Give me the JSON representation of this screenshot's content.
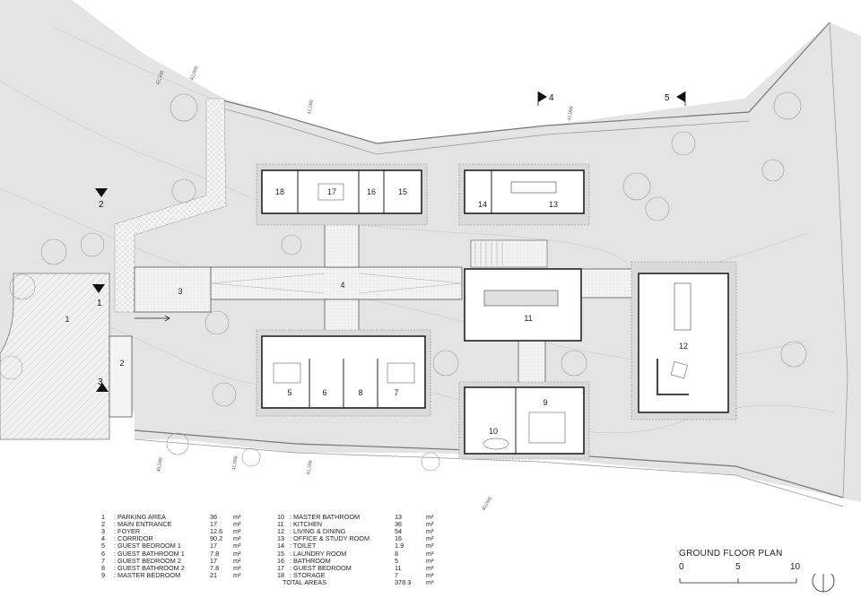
{
  "drawing_title": "GROUND FLOOR PLAN",
  "scale_bar": {
    "ticks": [
      "0",
      "5",
      "10"
    ]
  },
  "section_markers": [
    {
      "label": "1"
    },
    {
      "label": "2"
    },
    {
      "label": "3"
    },
    {
      "label": "4"
    },
    {
      "label": "5"
    }
  ],
  "contour_levels": [
    "42,500",
    "42,000",
    "41,500",
    "41,000",
    "40,500",
    "40,000",
    "41,500",
    "41,000"
  ],
  "room_labels": [
    "1",
    "2",
    "3",
    "4",
    "5",
    "6",
    "7",
    "8",
    "9",
    "10",
    "11",
    "12",
    "13",
    "14",
    "15",
    "16",
    "17",
    "18"
  ],
  "legend": {
    "left": [
      {
        "num": "1",
        "name": ": PARKING AREA",
        "area": "36",
        "unit": "m²"
      },
      {
        "num": "2",
        "name": ": MAIN ENTRANCE",
        "area": "17",
        "unit": "m²"
      },
      {
        "num": "3",
        "name": ": FOYER",
        "area": "12.6",
        "unit": "m²"
      },
      {
        "num": "4",
        "name": ": CORRIDOR",
        "area": "90.2",
        "unit": "m²"
      },
      {
        "num": "5",
        "name": ": GUEST BEDROOM 1",
        "area": "17",
        "unit": "m²"
      },
      {
        "num": "6",
        "name": ": GUEST BATHROOM 1",
        "area": "7.8",
        "unit": "m²"
      },
      {
        "num": "7",
        "name": ": GUEST BEDROOM 2",
        "area": "17",
        "unit": "m²"
      },
      {
        "num": "8",
        "name": ": GUEST BATHROOM 2",
        "area": "7.8",
        "unit": "m²"
      },
      {
        "num": "9",
        "name": ": MASTER BEDROOM",
        "area": "21",
        "unit": "m²"
      }
    ],
    "right": [
      {
        "num": "10",
        "name": ": MASTER BATHROOM",
        "area": "13",
        "unit": "m²"
      },
      {
        "num": "11",
        "name": ": KITCHEN",
        "area": "36",
        "unit": "m²"
      },
      {
        "num": "12",
        "name": ": LIVING & DINING",
        "area": "54",
        "unit": "m²"
      },
      {
        "num": "13",
        "name": ": OFFICE & STUDY ROOM",
        "area": "16",
        "unit": "m²"
      },
      {
        "num": "14",
        "name": ": TOILET",
        "area": "1.9",
        "unit": "m²"
      },
      {
        "num": "15",
        "name": ": LAUNDRY ROOM",
        "area": "8",
        "unit": "m²"
      },
      {
        "num": "16",
        "name": ": BATHROOM",
        "area": "5",
        "unit": "m²"
      },
      {
        "num": "17",
        "name": ": GUEST BEDROOM",
        "area": "11",
        "unit": "m²"
      },
      {
        "num": "18",
        "name": ": STORAGE",
        "area": "7",
        "unit": "m²"
      }
    ],
    "total": {
      "name": "TOTAL AREAS",
      "area": "378.3",
      "unit": "m²"
    }
  }
}
